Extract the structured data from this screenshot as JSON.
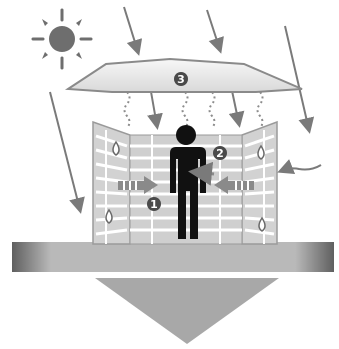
{
  "markers": {
    "one": "1",
    "two": "2",
    "three": "3"
  },
  "colors": {
    "sun": "#6e6e6e",
    "roof": "#efefef",
    "louver": "#d2d2d2",
    "ground": "#b9b9b9",
    "ground_shadow": "#6c6c6c",
    "arrow": "#8a8a8a",
    "figure": "#111111"
  },
  "icons": [
    "sun-icon",
    "person-icon",
    "water-drop-icon",
    "heat-wave-icon",
    "down-arrow-icon"
  ]
}
